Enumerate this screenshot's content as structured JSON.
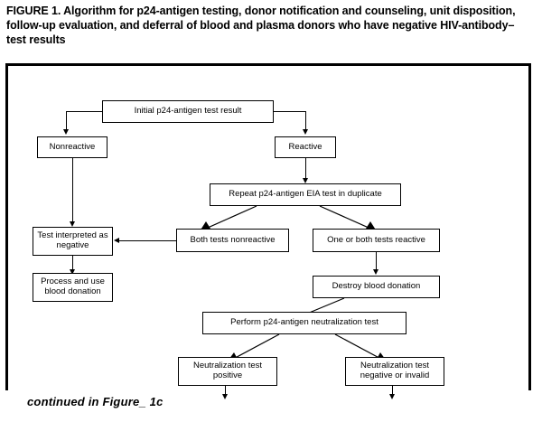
{
  "figure": {
    "title": "FIGURE 1. Algorithm for p24-antigen testing, donor notification and counseling, unit disposition, follow-up evaluation, and deferral of blood and plasma donors who have negative HIV-antibody–test results",
    "continued_note": "continued in Figure_ 1c"
  },
  "colors": {
    "stroke": "#000000",
    "background": "#ffffff",
    "text": "#000000"
  },
  "nodes": {
    "initial_test": "Initial p24-antigen test result",
    "nonreactive": "Nonreactive",
    "reactive": "Reactive",
    "repeat_eia": "Repeat p24-antigen EIA test in duplicate",
    "both_nonreactive": "Both tests nonreactive",
    "one_or_both_reactive": "One or both tests reactive",
    "test_negative": "Test interpreted as negative",
    "process_use": "Process and use blood donation",
    "destroy": "Destroy blood donation",
    "neutralization": "Perform p24-antigen neutralization test",
    "neut_positive": "Neutralization test positive",
    "neut_negative": "Neutralization test negative or invalid"
  },
  "chart_data": {
    "type": "diagram",
    "diagram_kind": "flowchart",
    "title": "Algorithm for p24-antigen testing of blood and plasma donors with negative HIV-antibody-test results",
    "orientation": "top-to-bottom",
    "nodes": [
      {
        "id": "initial_test",
        "label": "Initial p24-antigen test result",
        "shape": "rectangle"
      },
      {
        "id": "nonreactive",
        "label": "Nonreactive",
        "shape": "rectangle"
      },
      {
        "id": "reactive",
        "label": "Reactive",
        "shape": "rectangle"
      },
      {
        "id": "repeat_eia",
        "label": "Repeat p24-antigen EIA test in duplicate",
        "shape": "rectangle"
      },
      {
        "id": "both_nonreactive",
        "label": "Both tests nonreactive",
        "shape": "rectangle"
      },
      {
        "id": "one_or_both_reactive",
        "label": "One or both tests reactive",
        "shape": "rectangle"
      },
      {
        "id": "test_negative",
        "label": "Test interpreted as negative",
        "shape": "rectangle"
      },
      {
        "id": "process_use",
        "label": "Process and use blood donation",
        "shape": "rectangle"
      },
      {
        "id": "destroy",
        "label": "Destroy blood donation",
        "shape": "rectangle"
      },
      {
        "id": "neutralization",
        "label": "Perform p24-antigen neutralization test",
        "shape": "rectangle"
      },
      {
        "id": "neut_positive",
        "label": "Neutralization test positive",
        "shape": "rectangle"
      },
      {
        "id": "neut_negative",
        "label": "Neutralization test negative or invalid",
        "shape": "rectangle"
      }
    ],
    "edges": [
      {
        "from": "initial_test",
        "to": "nonreactive",
        "style": "orthogonal"
      },
      {
        "from": "initial_test",
        "to": "reactive",
        "style": "orthogonal"
      },
      {
        "from": "nonreactive",
        "to": "test_negative",
        "style": "straight"
      },
      {
        "from": "reactive",
        "to": "repeat_eia",
        "style": "straight"
      },
      {
        "from": "repeat_eia",
        "to": "both_nonreactive",
        "style": "diagonal"
      },
      {
        "from": "repeat_eia",
        "to": "one_or_both_reactive",
        "style": "diagonal"
      },
      {
        "from": "both_nonreactive",
        "to": "test_negative",
        "style": "straight"
      },
      {
        "from": "test_negative",
        "to": "process_use",
        "style": "straight"
      },
      {
        "from": "one_or_both_reactive",
        "to": "destroy",
        "style": "straight"
      },
      {
        "from": "destroy",
        "to": "neutralization",
        "style": "diagonal"
      },
      {
        "from": "neutralization",
        "to": "neut_positive",
        "style": "diagonal"
      },
      {
        "from": "neutralization",
        "to": "neut_negative",
        "style": "diagonal"
      },
      {
        "from": "neut_positive",
        "to": "continues-off-figure",
        "style": "straight"
      },
      {
        "from": "neut_negative",
        "to": "continues-off-figure",
        "style": "straight"
      }
    ]
  }
}
